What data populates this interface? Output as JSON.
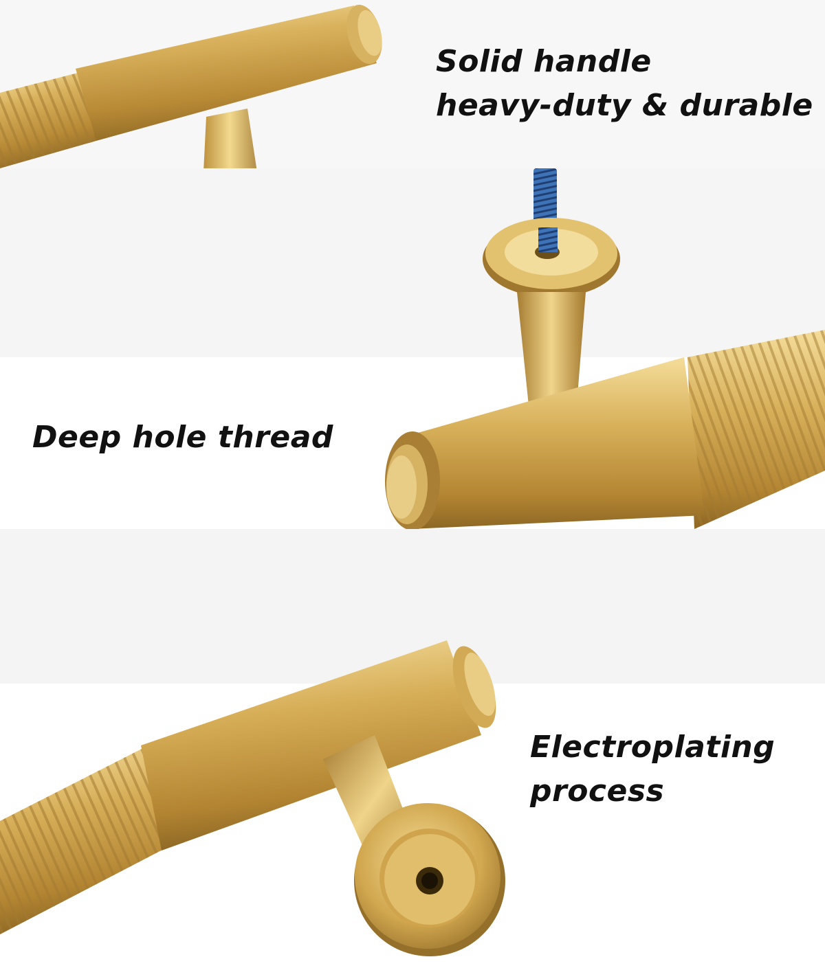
{
  "features": [
    {
      "lines": [
        "Solid handle",
        "heavy-duty & durable"
      ]
    },
    {
      "lines": [
        "Deep hole thread"
      ]
    },
    {
      "lines": [
        "Electroplating",
        "process"
      ]
    }
  ],
  "colors": {
    "gold_light": "#f2d98e",
    "gold_mid": "#d4ac55",
    "gold_dark": "#8f6a25",
    "screw_blue": "#3f73b8",
    "text": "#111111"
  }
}
